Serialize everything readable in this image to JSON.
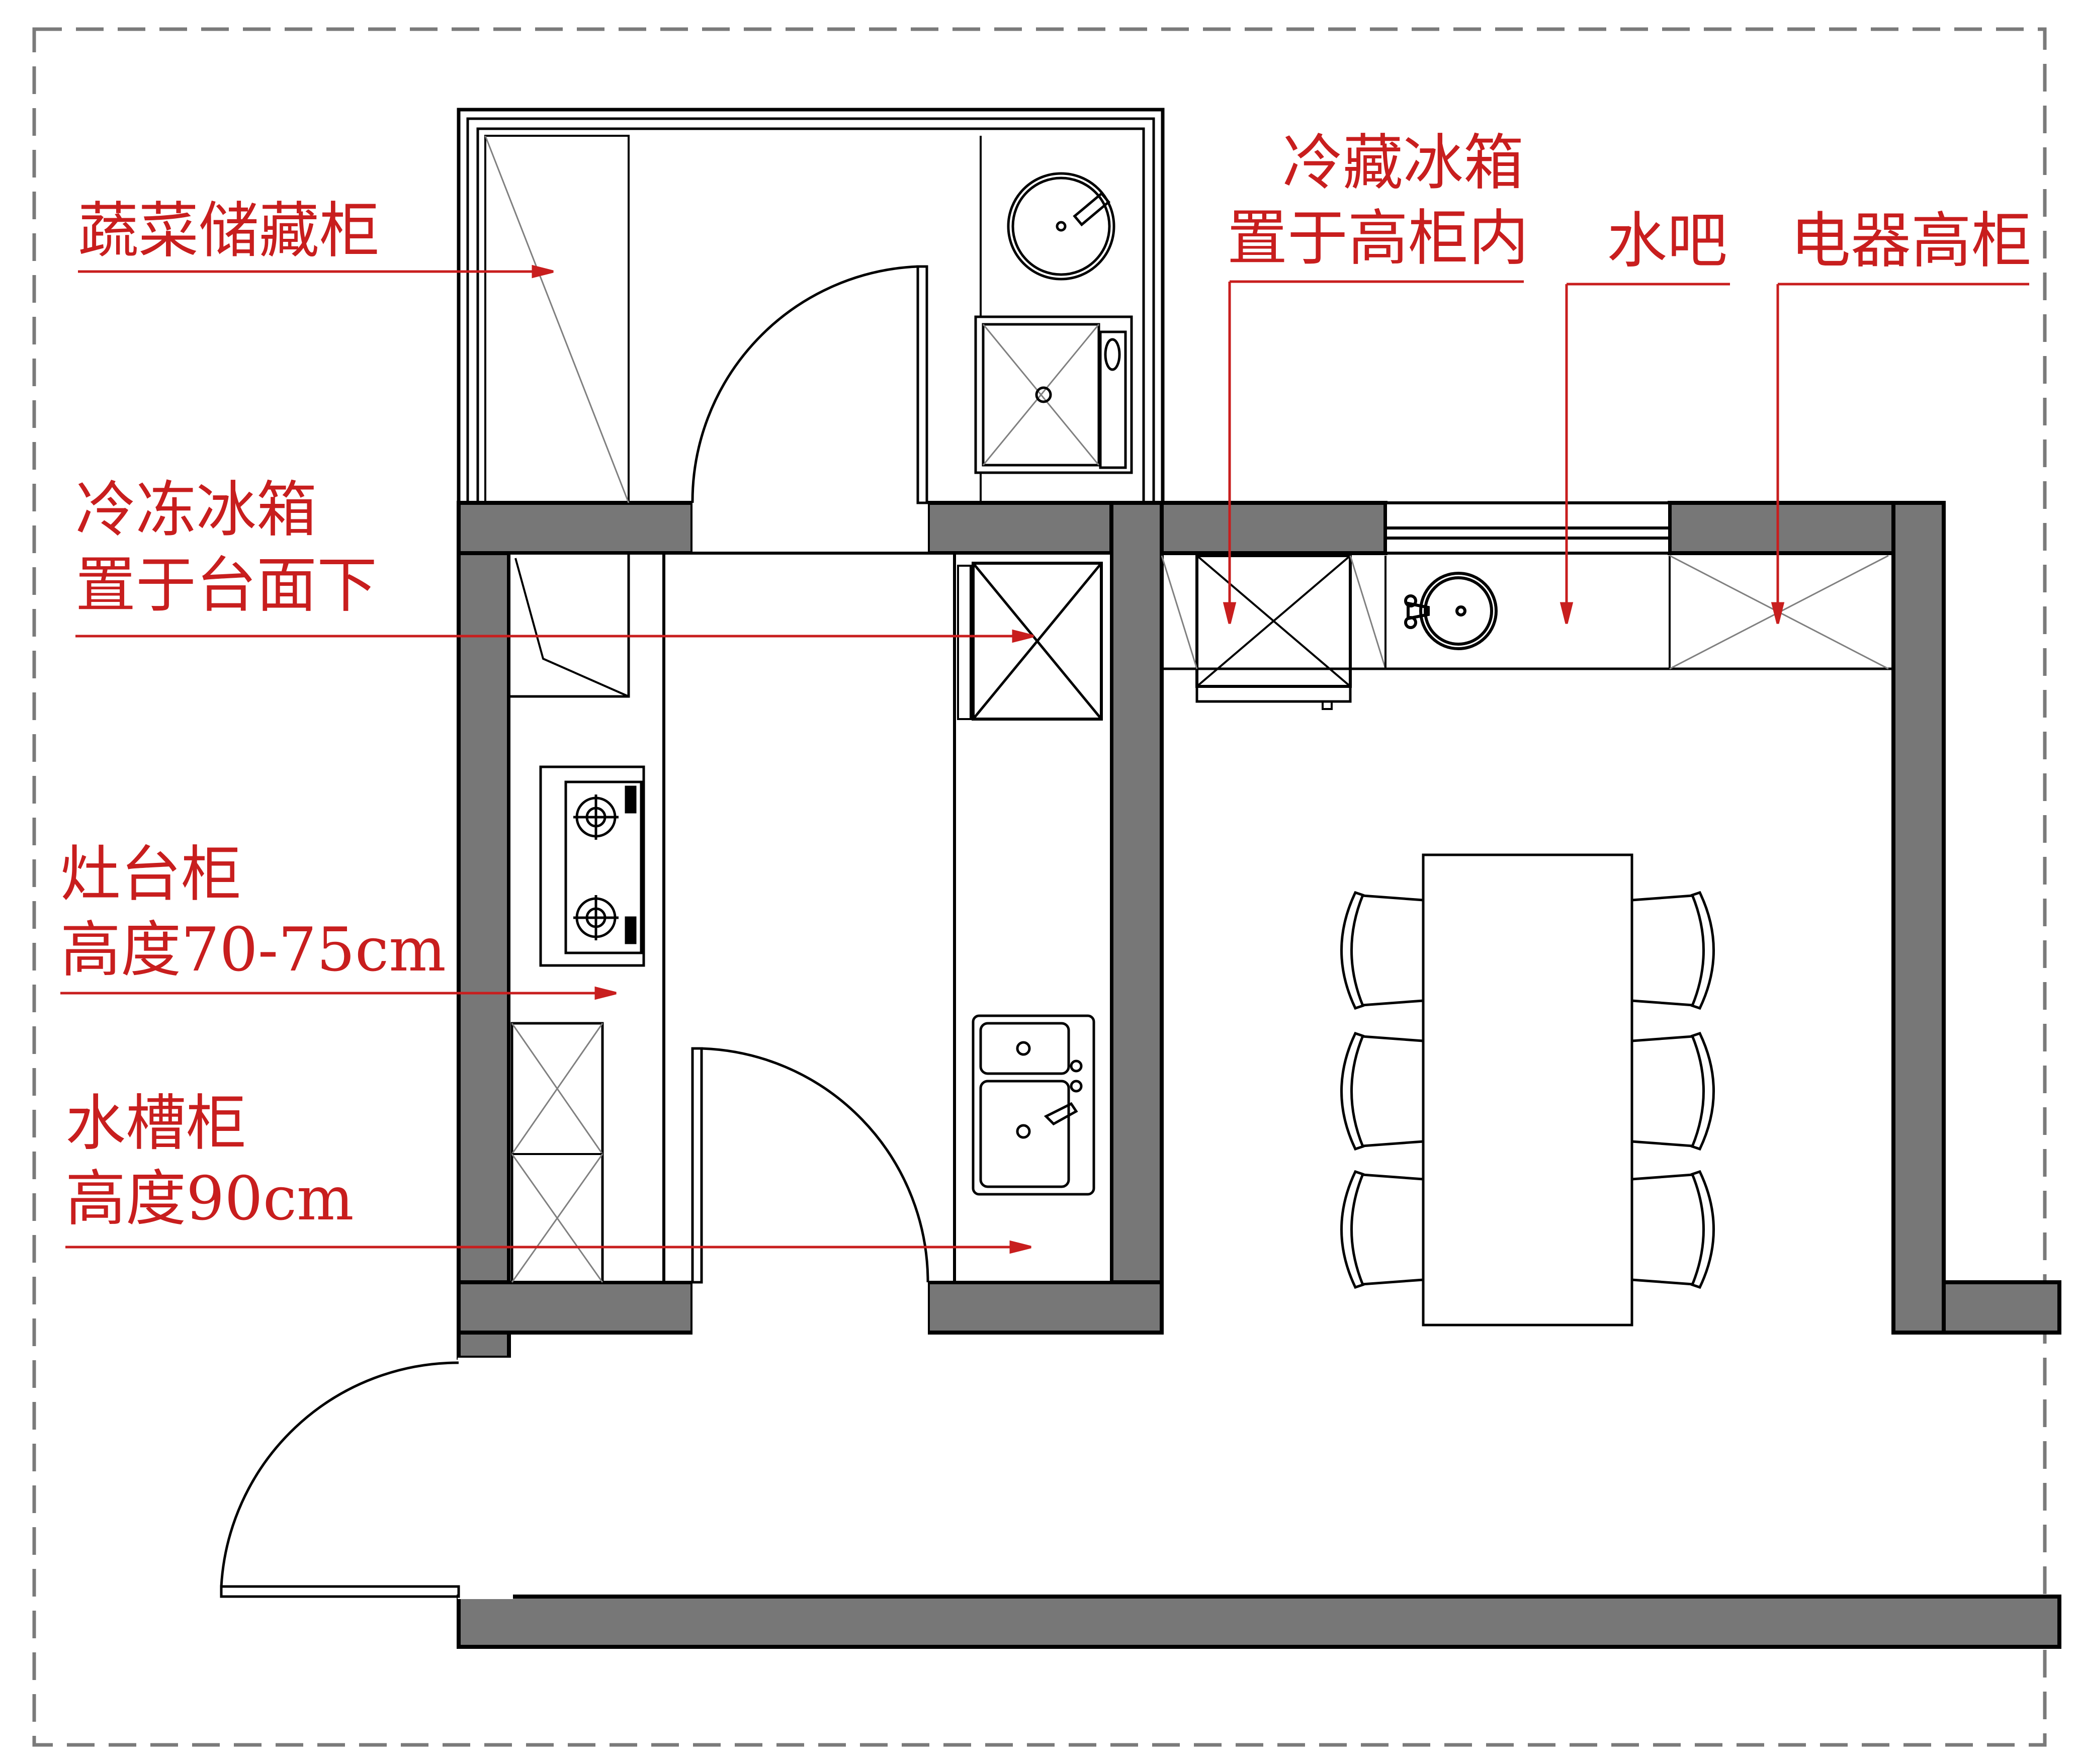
{
  "colors": {
    "wall": "#777777",
    "line": "#000000",
    "thin": "#808080",
    "annotation": "#c81e1e",
    "border_dash": "#7a7a7a"
  },
  "labels": {
    "veg_cabinet": {
      "line1": "蔬菜储藏柜"
    },
    "freezer": {
      "line1": "冷冻冰箱",
      "line2": "置于台面下"
    },
    "stove": {
      "line1": "灶台柜",
      "line2": "高度70-75cm"
    },
    "sink": {
      "line1": "水槽柜",
      "line2": "高度90cm"
    },
    "fridge": {
      "line1": "冷藏冰箱",
      "line2": "置于高柜内"
    },
    "water_bar": {
      "line1": "水吧"
    },
    "appliance": {
      "line1": "电器高柜"
    }
  },
  "icons": [
    "stove-icon",
    "sink-icon",
    "washbasin-icon",
    "washing-machine-icon",
    "chair-icon",
    "dining-table-icon",
    "door-swing-icon"
  ]
}
